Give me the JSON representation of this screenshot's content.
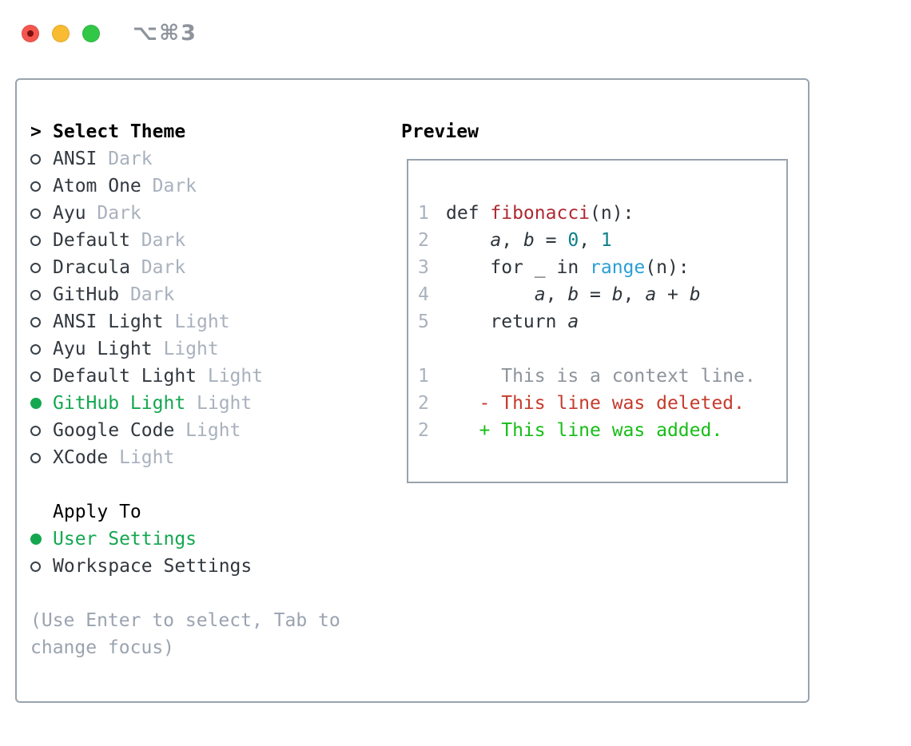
{
  "window": {
    "title": "⌥⌘3",
    "traffic_lights": [
      "close",
      "minimize",
      "zoom"
    ]
  },
  "theme_list": {
    "cursor": ">",
    "header": "Select Theme",
    "items": [
      {
        "label": "ANSI",
        "tag": "Dark",
        "selected": false
      },
      {
        "label": "Atom One",
        "tag": "Dark",
        "selected": false
      },
      {
        "label": "Ayu",
        "tag": "Dark",
        "selected": false
      },
      {
        "label": "Default",
        "tag": "Dark",
        "selected": false
      },
      {
        "label": "Dracula",
        "tag": "Dark",
        "selected": false
      },
      {
        "label": "GitHub",
        "tag": "Dark",
        "selected": false
      },
      {
        "label": "ANSI Light",
        "tag": "Light",
        "selected": false
      },
      {
        "label": "Ayu Light",
        "tag": "Light",
        "selected": false
      },
      {
        "label": "Default Light",
        "tag": "Light",
        "selected": false
      },
      {
        "label": "GitHub Light",
        "tag": "Light",
        "selected": true
      },
      {
        "label": "Google Code",
        "tag": "Light",
        "selected": false
      },
      {
        "label": "XCode",
        "tag": "Light",
        "selected": false
      }
    ]
  },
  "apply_to": {
    "header": "Apply To",
    "options": [
      {
        "label": "User Settings",
        "selected": true
      },
      {
        "label": "Workspace Settings",
        "selected": false
      }
    ]
  },
  "hint": [
    "(Use Enter to select, Tab to",
    "change focus)"
  ],
  "preview": {
    "header": "Preview",
    "lines": [
      {
        "num": "1",
        "tokens": [
          [
            "def ",
            "p"
          ],
          [
            "fibonacci",
            "fn"
          ],
          [
            "(n):",
            "p"
          ]
        ]
      },
      {
        "num": "2",
        "tokens": [
          [
            "    ",
            "p"
          ],
          [
            "a",
            "v"
          ],
          [
            ", ",
            "p"
          ],
          [
            "b",
            "v"
          ],
          [
            " = ",
            "p"
          ],
          [
            "0",
            "n"
          ],
          [
            ", ",
            "p"
          ],
          [
            "1",
            "n"
          ]
        ]
      },
      {
        "num": "3",
        "tokens": [
          [
            "    for _ in ",
            "p"
          ],
          [
            "range",
            "b"
          ],
          [
            "(n):",
            "p"
          ]
        ]
      },
      {
        "num": "4",
        "tokens": [
          [
            "        ",
            "p"
          ],
          [
            "a",
            "v"
          ],
          [
            ", ",
            "p"
          ],
          [
            "b",
            "v"
          ],
          [
            " = ",
            "p"
          ],
          [
            "b",
            "v"
          ],
          [
            ", ",
            "p"
          ],
          [
            "a",
            "v"
          ],
          [
            " + ",
            "p"
          ],
          [
            "b",
            "v"
          ]
        ]
      },
      {
        "num": "5",
        "tokens": [
          [
            "    return ",
            "p"
          ],
          [
            "a",
            "v"
          ]
        ]
      },
      {
        "num": "",
        "tokens": []
      },
      {
        "num": "1",
        "tokens": [
          [
            "     This is a context line.",
            "ctx"
          ]
        ]
      },
      {
        "num": "2",
        "tokens": [
          [
            "   - This line was deleted.",
            "del"
          ]
        ]
      },
      {
        "num": "2",
        "tokens": [
          [
            "   + This line was added.",
            "add"
          ]
        ]
      }
    ]
  },
  "colors": {
    "accent_green": "#14a750",
    "added_green": "#17bd17",
    "deleted_red": "#c53b2c",
    "function_red": "#ae2a33",
    "number_teal": "#0e7f8a",
    "builtin_blue": "#2b9fd4",
    "context_gray": "#8d949c",
    "tag_gray": "#a8b1bd",
    "hint_gray": "#9aa3af",
    "border_gray": "#99a3ad",
    "text_dark": "#32383f",
    "traffic_red": "#f4564e",
    "traffic_yellow": "#f8bb32",
    "traffic_green": "#33c748"
  }
}
